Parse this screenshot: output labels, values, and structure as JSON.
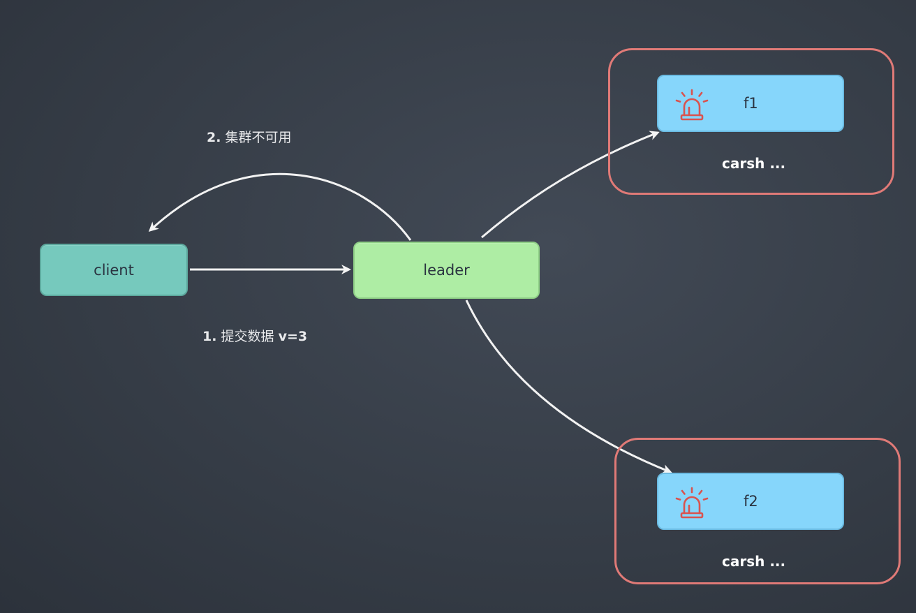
{
  "nodes": {
    "client": {
      "label": "client"
    },
    "leader": {
      "label": "leader"
    },
    "f1": {
      "label": "f1",
      "icon": "alarm-light-icon"
    },
    "f2": {
      "label": "f2",
      "icon": "alarm-light-icon"
    }
  },
  "groups": {
    "f1": {
      "status": "carsh ..."
    },
    "f2": {
      "status": "carsh ..."
    }
  },
  "edges": {
    "client_to_leader": {
      "number": "1.",
      "text": "提交数据",
      "value": "v=3"
    },
    "leader_to_client": {
      "number": "2.",
      "text": "集群不可用"
    }
  },
  "colors": {
    "background": "#363d47",
    "client": "#76c9bd",
    "leader": "#aeeda4",
    "follower": "#86d6fb",
    "group_border": "#e07a77",
    "alarm": "#d9534f",
    "arrow": "#ffffff"
  }
}
